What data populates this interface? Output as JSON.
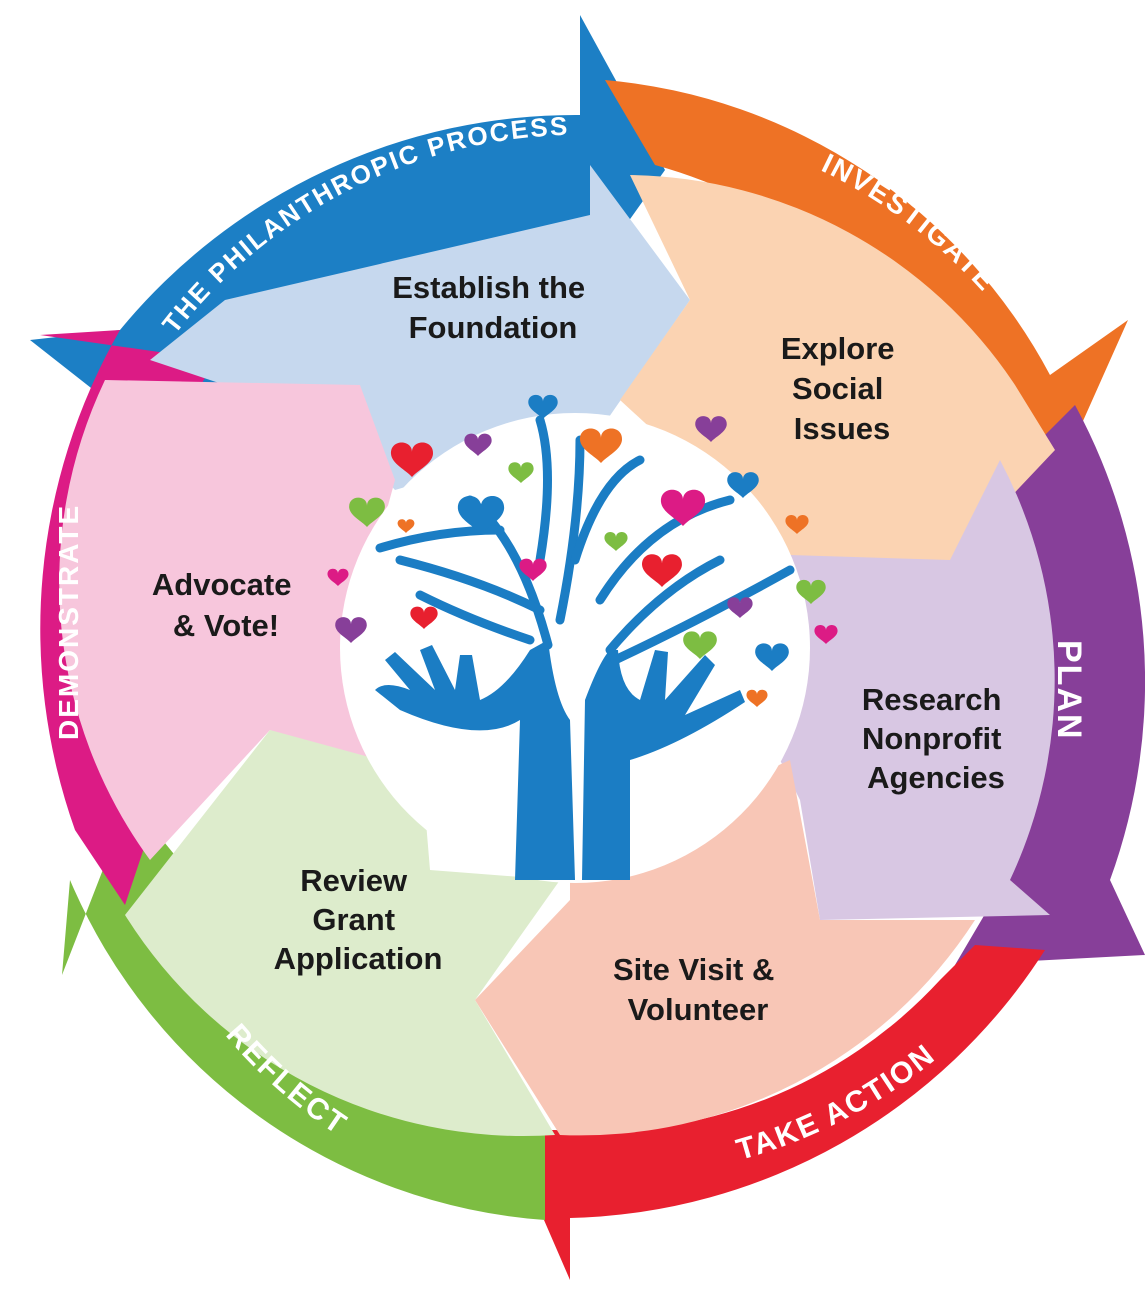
{
  "ring": {
    "title": "The Philanthropic Process",
    "stages": [
      {
        "id": "investigate",
        "label": "Investigate",
        "color": "#ee7225"
      },
      {
        "id": "plan",
        "label": "Plan",
        "color": "#873f99"
      },
      {
        "id": "take-action",
        "label": "Take Action",
        "color": "#e8202f"
      },
      {
        "id": "reflect",
        "label": "Reflect",
        "color": "#7dbd42"
      },
      {
        "id": "demonstrate",
        "label": "Demonstrate",
        "color": "#dc1b85"
      },
      {
        "id": "title",
        "label": "The Philanthropic Process",
        "color": "#1c7fc5"
      }
    ]
  },
  "steps": [
    {
      "id": "establish",
      "lines": [
        "Establish the",
        "Foundation"
      ],
      "color": "#c6d8ee"
    },
    {
      "id": "explore",
      "lines": [
        "Explore",
        "Social",
        "Issues"
      ],
      "color": "#fbd3b2"
    },
    {
      "id": "research",
      "lines": [
        "Research",
        "Nonprofit",
        "Agencies"
      ],
      "color": "#d8c7e3"
    },
    {
      "id": "site-visit",
      "lines": [
        "Site Visit &",
        "Volunteer"
      ],
      "color": "#f8c6b6"
    },
    {
      "id": "review",
      "lines": [
        "Review",
        "Grant",
        "Application"
      ],
      "color": "#ddeccc"
    },
    {
      "id": "advocate",
      "lines": [
        "Advocate",
        "& Vote!"
      ],
      "color": "#f7c6dc"
    }
  ],
  "center": {
    "icon": "tree-hands-hearts-icon",
    "tree_color": "#1b7dc4"
  }
}
